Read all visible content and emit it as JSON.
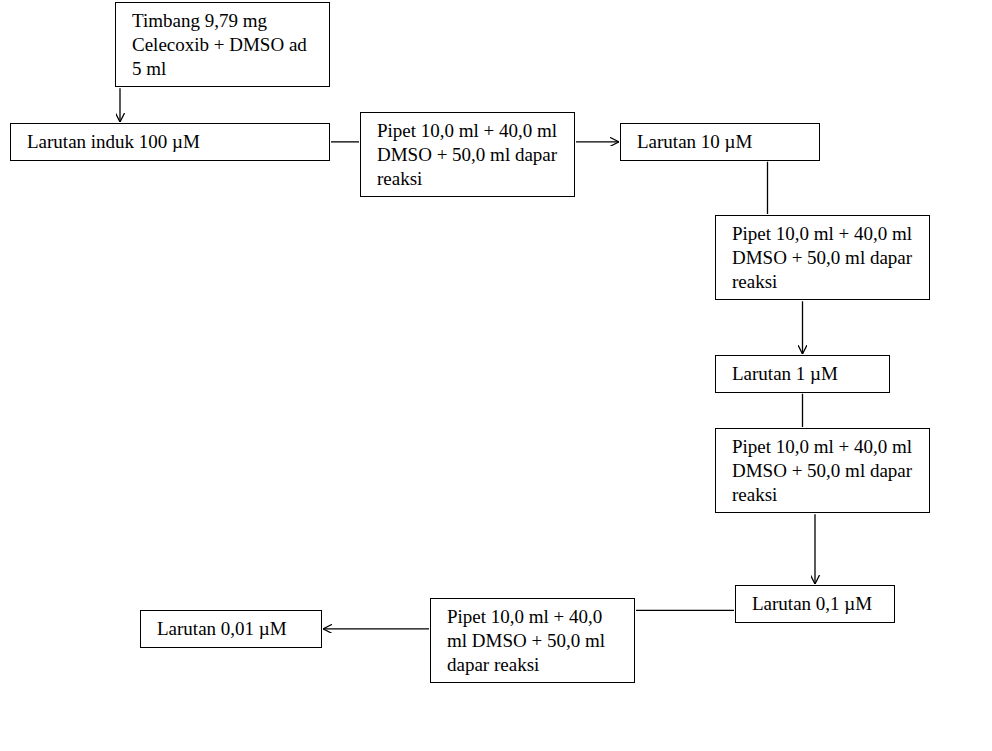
{
  "diagram": {
    "nodes": [
      {
        "text": [
          "Timbang 9,79 mg Celecoxib + DMSO ad 5 ml"
        ]
      },
      {
        "text": [
          "Larutan induk 100 µM"
        ]
      },
      {
        "text": [
          "Pipet 10,0 ml + 40,0 ml DMSO + 50,0 ml dapar reaksi"
        ]
      },
      {
        "text": [
          "Larutan 10 µM"
        ]
      },
      {
        "text": [
          "Pipet 10,0 ml + 40,0 ml DMSO + 50,0 ml dapar reaksi"
        ]
      },
      {
        "text": [
          "Larutan 1 µM"
        ]
      },
      {
        "text": [
          "Pipet 10,0 ml + 40,0 ml DMSO + 50,0 ml dapar reaksi"
        ]
      },
      {
        "text": [
          "Larutan 0,1 µM"
        ]
      },
      {
        "text": [
          "Pipet 10,0 ml + 40,0 ml DMSO + 50,0 ml dapar reaksi"
        ]
      },
      {
        "text": [
          "Larutan 0,01 µM"
        ]
      }
    ],
    "edges": [
      {
        "from": 0,
        "to": 1,
        "arrow": "to"
      },
      {
        "from": 1,
        "to": 2,
        "arrow": "none"
      },
      {
        "from": 2,
        "to": 3,
        "arrow": "to"
      },
      {
        "from": 3,
        "to": 4,
        "arrow": "none"
      },
      {
        "from": 4,
        "to": 5,
        "arrow": "to"
      },
      {
        "from": 5,
        "to": 6,
        "arrow": "none"
      },
      {
        "from": 6,
        "to": 7,
        "arrow": "to"
      },
      {
        "from": 7,
        "to": 8,
        "arrow": "none"
      },
      {
        "from": 8,
        "to": 9,
        "arrow": "to"
      }
    ]
  }
}
